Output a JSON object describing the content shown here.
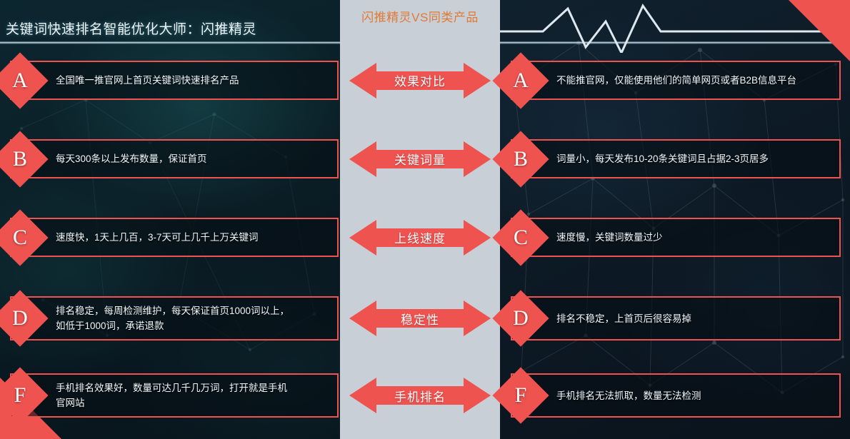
{
  "header": {
    "title": "关键词快速排名智能优化大师：闪推精灵",
    "center_title": "闪推精灵VS同类产品"
  },
  "colors": {
    "accent_red": "#ef5350",
    "center_title_orange": "#e07a36",
    "center_panel_bg": "#c9cfd6",
    "left_panel_bg": "#0b2028",
    "right_panel_bg": "#0d1b26",
    "box_text": "#f2f7fa",
    "title_text": "#eef5f8"
  },
  "rows": [
    {
      "badge": "A",
      "metric": "效果对比",
      "left": "全国唯一推官网上首页关键词快速排名产品",
      "right": "不能推官网，仅能使用他们的简单网页或者B2B信息平台"
    },
    {
      "badge": "B",
      "metric": "关键词量",
      "left": "每天300条以上发布数量，保证首页",
      "right": "词量小，每天发布10-20条关键词且占据2-3页居多"
    },
    {
      "badge": "C",
      "metric": "上线速度",
      "left": "速度快，1天上几百，3-7天可上几千上万关键词",
      "right": "速度慢，关键词数量过少"
    },
    {
      "badge": "D",
      "metric": "稳定性",
      "left": "排名稳定，每周检测维护，每天保证首页1000词以上，\n如低于1000词，承诺退款",
      "right": "排名不稳定，上首页后很容易掉"
    },
    {
      "badge": "F",
      "metric": "手机排名",
      "left": "手机排名效果好，数量可达几千几万词，打开就是手机\n官网站",
      "right": "手机排名无法抓取，数量无法检测"
    }
  ]
}
